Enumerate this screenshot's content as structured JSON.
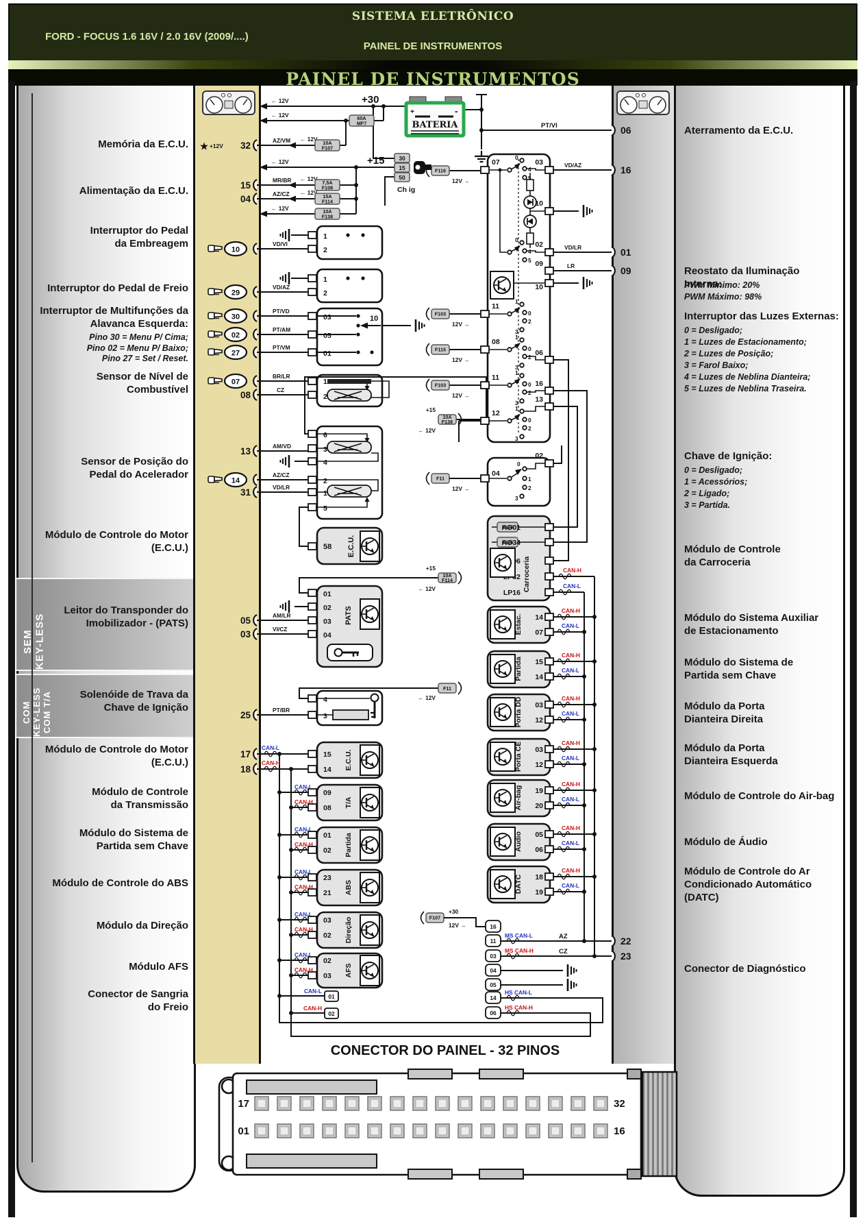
{
  "header": {
    "system_title": "SISTEMA ELETRÔNICO",
    "vehicle": "FORD - FOCUS 1.6 16V / 2.0 16V (2009/....)",
    "subsystem": "PAINEL DE INSTRUMENTOS",
    "page_title": "PAINEL DE INSTRUMENTOS"
  },
  "labels": {
    "v12l": "← 12V",
    "v12r": "12V →",
    "p30": "+30",
    "p15": "+15",
    "star": "★",
    "star12": "+12V",
    "canh": "CAN-H",
    "canl": "CAN-L",
    "ms_canl": "MS CAN-L",
    "ms_canh": "MS CAN-H",
    "hs_canl": "HS CAN-L",
    "hs_canh": "HS CAN-H",
    "bateria": "BATERIA",
    "ch_ig": "Ch ig",
    "plus": "+",
    "minus": "-"
  },
  "left_panel": {
    "memoria": "Memória da E.C.U.",
    "alimentacao": "Alimentação da E.C.U.",
    "embreagem": "Interruptor do Pedal\nda Embreagem",
    "freio": "Interruptor do Pedal de Freio",
    "multi_title": "Interruptor de Multifunções da\nAlavanca Esquerda:",
    "multi_lines": "Pino 30 = Menu P/ Cima;\nPino 02 = Menu P/ Baixo;\nPino 27 = Set / Reset.",
    "nivel": "Sensor de Nível de\nCombustível",
    "acelerador": "Sensor de Posição do\nPedal do Acelerador",
    "ecu_motor": "Módulo de Controle do Motor\n(E.C.U.)",
    "pats": "Leitor do Transponder do\nImobilizador - (PATS)",
    "solenoide": "Solenóide de Trava da\nChave de Ignição",
    "ecu_motor2": "Módulo de Controle do Motor\n(E.C.U.)",
    "transmissao": "Módulo de Controle\nda Transmissão",
    "partida": "Módulo do Sistema de\nPartida sem Chave",
    "abs": "Módulo de Controle do ABS",
    "direcao": "Módulo da Direção",
    "afs": "Módulo AFS",
    "sangria": "Conector de Sangria\ndo Freio",
    "sem": "SEM\nKEY-LESS",
    "com": "COM\nKEY-LESS\nCOM T/A"
  },
  "right_panel": {
    "aterramento": "Aterramento da E.C.U.",
    "reostato_title": "Reostato da Iluminação Interna:",
    "reostato_lines": "PWM Minimo: 20%\nPWM Máximo: 98%",
    "luzes_title": "Interruptor das Luzes Externas:",
    "luzes_lines": "0 = Desligado;\n1 = Luzes de Estacionamento;\n2 = Luzes de Posição;\n3 = Farol Baixo;\n4 = Luzes de Neblina Dianteira;\n5 = Luzes de Neblina Traseira.",
    "chave_title": "Chave de Ignição:",
    "chave_lines": "0 = Desligado;\n1 = Acessórios;\n2 = Ligado;\n3 = Partida.",
    "carroceria": "Módulo de Controle\nda Carroceria",
    "estacionamento": "Módulo do Sistema Auxiliar\nde Estacionamento",
    "partida": "Módulo do Sistema de\nPartida sem Chave",
    "porta_dd": "Módulo da Porta\nDianteira Direita",
    "porta_ce": "Módulo da Porta\nDianteira Esquerda",
    "airbag": "Módulo de Controle do Air-bag",
    "audio": "Módulo de Áudio",
    "datc": "Módulo de Controle do Ar\nCondicionado Automático\n(DATC)",
    "diagnostico": "Conector de Diagnóstico"
  },
  "left_pins": [
    "32",
    "15",
    "04",
    "10",
    "29",
    "30",
    "02",
    "27",
    "07",
    "08",
    "13",
    "14",
    "31",
    "05",
    "03",
    "25",
    "17",
    "18"
  ],
  "right_pins": [
    "06",
    "16",
    "01",
    "09",
    "22",
    "23"
  ],
  "wires": {
    "azvm": "AZ/VM",
    "mrbr": "MR/BR",
    "azcz": "AZ/CZ",
    "vdvi": "VD/VI",
    "vdaz": "VD/AZ",
    "ptvd": "PT/VD",
    "ptam": "PT/AM",
    "ptvm": "PT/VM",
    "brlr": "BR/LR",
    "cz": "CZ",
    "amvd": "AM/VD",
    "azcz2": "AZ/CZ",
    "vdlr": "VD/LR",
    "amlr": "AM/LR",
    "vicz": "VI/CZ",
    "ptbr": "PT/BR",
    "vdaz2": "VD/AZ",
    "vdlr2": "VD/LR",
    "lr": "LR",
    "az": "AZ",
    "cz2": "CZ",
    "ptvi": "PT/VI"
  },
  "fuses": {
    "mf7": {
      "a": "60A",
      "n": "MF7"
    },
    "f107": {
      "a": "10A",
      "n": "F107"
    },
    "f108": {
      "a": "7,5A",
      "n": "F108"
    },
    "f114": {
      "a": "15A",
      "n": "F114"
    },
    "f138": {
      "a": "10A",
      "n": "F138"
    },
    "f138b": {
      "a": "10A",
      "n": "F138"
    },
    "f114b": {
      "a": "10A",
      "n": "F114"
    },
    "f116": {
      "n": "F116"
    },
    "f103a": {
      "n": "F103"
    },
    "f115": {
      "n": "F115"
    },
    "f103b": {
      "n": "F103"
    },
    "f11a": {
      "n": "F11"
    },
    "f11b": {
      "n": "F11"
    },
    "f107b": {
      "n": "F107"
    },
    "f124": {
      "n": "F124"
    },
    "f125": {
      "n": "F125"
    }
  },
  "ign_conn": {
    "pins": [
      "30",
      "15",
      "50"
    ]
  },
  "switches": {
    "clutch": [
      "1",
      "2"
    ],
    "brake": [
      "1",
      "2"
    ],
    "multi": {
      "pins": [
        "03",
        "05",
        "01"
      ],
      "internal": "10"
    },
    "fuel": [
      "1",
      "2"
    ],
    "accel": [
      "6",
      "3",
      "4",
      "2",
      "1",
      "5"
    ],
    "solenoid": [
      "4",
      "3"
    ]
  },
  "ls": {
    "p07": "07",
    "p03": "03",
    "p10a": "10",
    "p02": "02",
    "p09": "09",
    "p10b": "10",
    "p11a": "11",
    "p08": "08",
    "p11b": "11",
    "p12": "12",
    "p06": "06",
    "p16": "16",
    "p13": "13",
    "s0": "0",
    "s4": "4",
    "s5": "5",
    "r0": "0",
    "r1": "1",
    "r2": "2",
    "r3": "3"
  },
  "ign": {
    "p04": "04",
    "p02": "02"
  },
  "modules_left": {
    "ecu58": {
      "name": "E.C.U.",
      "pin": "58"
    },
    "pats": {
      "name": "PATS",
      "pins": [
        "01",
        "02",
        "03",
        "04"
      ]
    },
    "ecu2": {
      "name": "E.C.U.",
      "pins": [
        "15",
        "14"
      ]
    },
    "ta": {
      "name": "T/A",
      "pins": [
        "09",
        "08"
      ]
    },
    "partida": {
      "name": "Partida",
      "pins": [
        "01",
        "02"
      ]
    },
    "abs": {
      "name": "ABS",
      "pins": [
        "23",
        "21"
      ]
    },
    "direcao": {
      "name": "Direção",
      "pins": [
        "03",
        "02"
      ]
    },
    "afs": {
      "name": "AFS",
      "pins": [
        "02",
        "03"
      ]
    },
    "sangria": [
      "01",
      "02"
    ]
  },
  "modules_right": {
    "carroceria": {
      "name": "Carroceria",
      "pins": [
        "AG01",
        "AG34",
        "AG06",
        "LP32",
        "LP16"
      ]
    },
    "estac": {
      "name": "Estac.",
      "pins": [
        "14",
        "07"
      ]
    },
    "partida": {
      "name": "Partida",
      "pins": [
        "15",
        "14"
      ]
    },
    "porta_dd": {
      "name": "Porta DD",
      "pins": [
        "03",
        "12"
      ]
    },
    "porta_ce": {
      "name": "Porta CE",
      "pins": [
        "03",
        "12"
      ]
    },
    "airbag": {
      "name": "Air-bag",
      "pins": [
        "19",
        "20"
      ]
    },
    "audio": {
      "name": "Áudio",
      "pins": [
        "05",
        "06"
      ]
    },
    "datc": {
      "name": "DATC",
      "pins": [
        "18",
        "19"
      ]
    }
  },
  "diag": {
    "pins": [
      "16",
      "11",
      "03",
      "04",
      "05",
      "14",
      "06"
    ]
  },
  "bottom": {
    "title": "CONECTOR DO PAINEL - 32 PINOS",
    "top_left": "17",
    "top_right": "32",
    "bot_left": "01",
    "bot_right": "16"
  },
  "colors": {
    "can_h": "#cc1111",
    "can_l": "#2233bb",
    "battery_green": "#27a84c",
    "tan_strip": "#e9dda6",
    "header_bg": "#232b12",
    "header_text": "#d6e8a8"
  }
}
